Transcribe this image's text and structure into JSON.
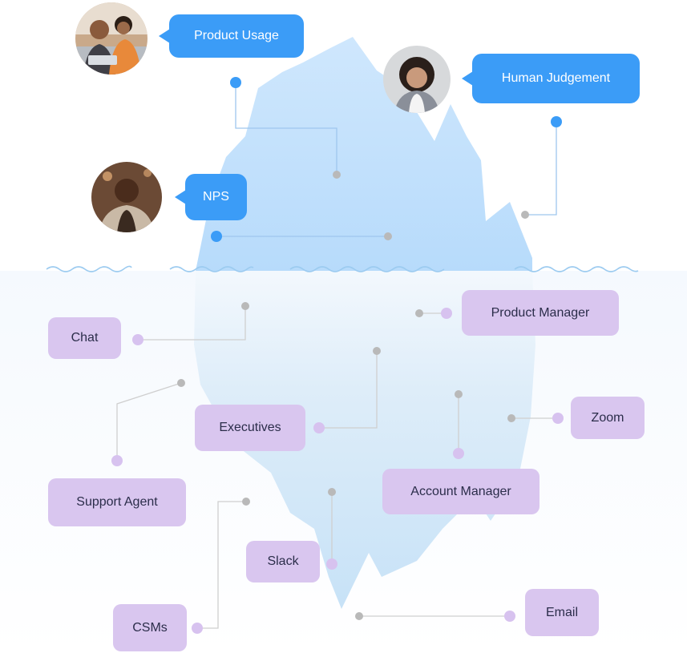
{
  "top_bubbles": {
    "product_usage": "Product Usage",
    "human_judgement": "Human Judgement",
    "nps": "NPS"
  },
  "bottom_chips": {
    "chat": "Chat",
    "product_manager": "Product Manager",
    "executives": "Executives",
    "zoom": "Zoom",
    "support_agent": "Support Agent",
    "account_manager": "Account Manager",
    "slack": "Slack",
    "csms": "CSMs",
    "email": "Email"
  },
  "colors": {
    "bubble_blue": "#3b9cf7",
    "chip_purple": "#d9c6ef",
    "iceberg_top": "#bfe0fb",
    "iceberg_bottom": "#cfe6f7",
    "water_line": "#9ccbf0",
    "connector_grey": "#bcbcbc",
    "connector_purple": "#d7c2ef"
  },
  "icons": [
    "avatar-two-women-laptop",
    "avatar-curly-haired-woman",
    "avatar-smiling-man"
  ]
}
